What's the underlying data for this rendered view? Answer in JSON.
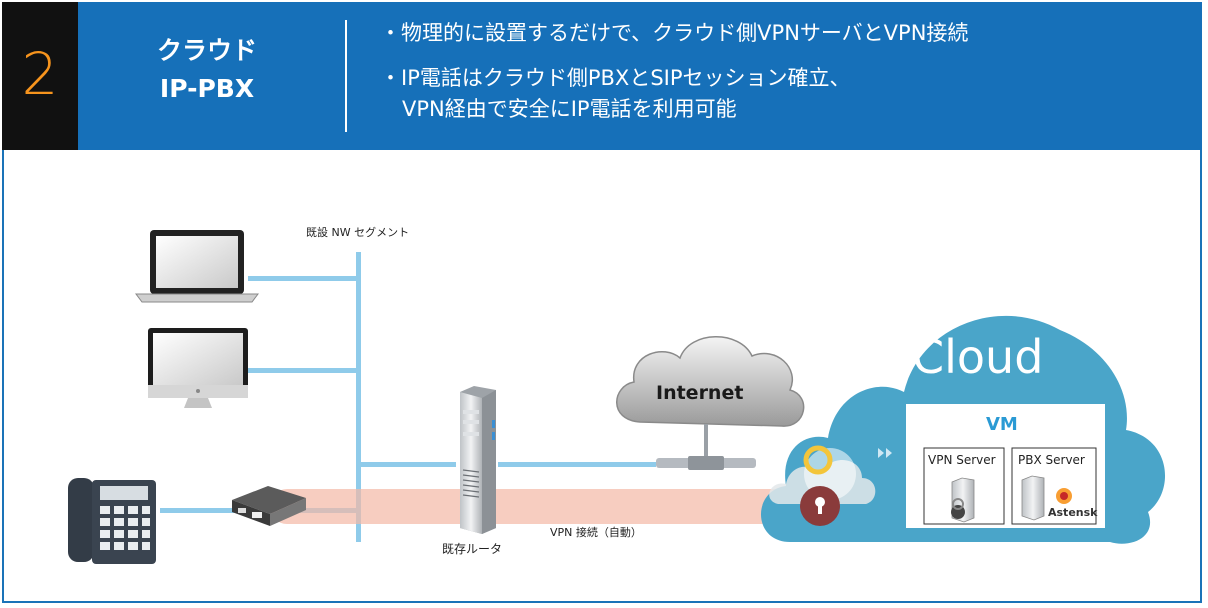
{
  "header": {
    "number": "2",
    "title_line1": "クラウド",
    "title_line2": "IP-PBX",
    "bullet1": "・物理的に設置するだけで、クラウド側VPNサーバとVPN接続",
    "bullet2_line1": "・IP電話はクラウド側PBXとSIPセッション確立、",
    "bullet2_line2": "VPN経由で安全にIP電話を利用可能"
  },
  "diagram": {
    "segment_label": "既設 NW セグメント",
    "router_label": "既存ルータ",
    "vpn_label": "VPN 接続（自動）",
    "internet_label": "Internet",
    "cloud_label": "Cloud",
    "vm_label": "VM",
    "vpn_server_label": "VPN Server",
    "pbx_server_label": "PBX Server",
    "asterisk_label": "Astensk"
  },
  "colors": {
    "header_bg": "#1670b9",
    "number": "#f7941d",
    "link_line": "#8fcbea",
    "cloud": "#4aa5c9",
    "tunnel": "#f3b8a5"
  }
}
